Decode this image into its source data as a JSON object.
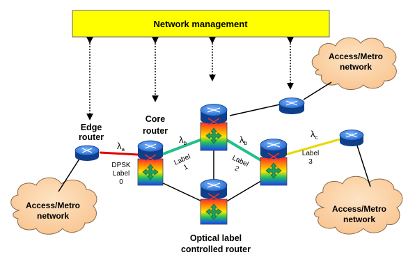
{
  "management": {
    "title": "Network management"
  },
  "clouds": {
    "top_right": [
      "Access/Metro",
      "network"
    ],
    "bottom_left": [
      "Access/Metro",
      "network"
    ],
    "bottom_right": [
      "Access/Metro",
      "network"
    ]
  },
  "nodes": {
    "edge_router": [
      "Edge",
      "router"
    ],
    "core_router": [
      "Core",
      "router"
    ],
    "optical_router": [
      "Optical label",
      "controlled router"
    ]
  },
  "links": {
    "dpsk": [
      "DPSK",
      "Label",
      "0"
    ],
    "label1": [
      "Label",
      "1"
    ],
    "label2": [
      "Label",
      "2"
    ],
    "label3": [
      "Label",
      "3"
    ]
  },
  "wavelengths": {
    "symbol": "λ",
    "a": "a",
    "b1": "b",
    "b2": "b",
    "c": "c"
  },
  "colors": {
    "management_fill": "#ffff00",
    "router_blue": "#1e63c8",
    "link_red": "#e00000",
    "link_green": "#20c08a",
    "link_yellow": "#e8d800",
    "cloud_fill": "#fcd0a0"
  }
}
